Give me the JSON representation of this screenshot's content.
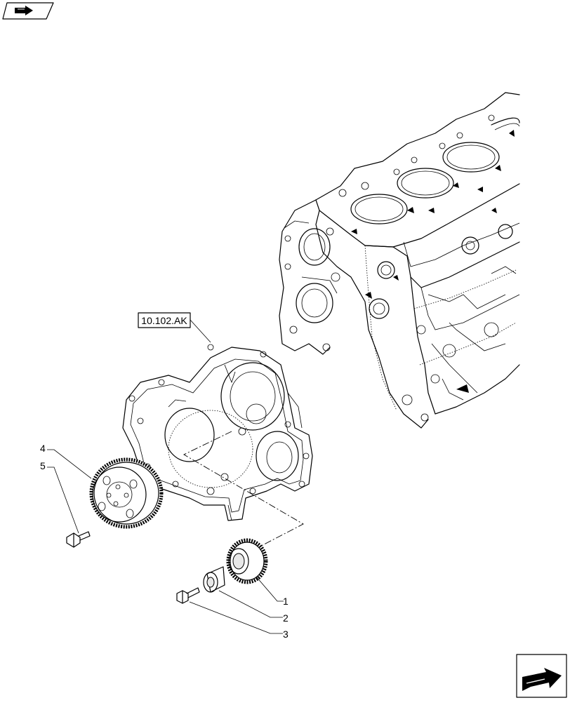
{
  "reference_label": "10.102.AK",
  "callouts": [
    {
      "id": "1",
      "text": "1"
    },
    {
      "id": "2",
      "text": "2"
    },
    {
      "id": "3",
      "text": "3"
    },
    {
      "id": "4",
      "text": "4"
    },
    {
      "id": "5",
      "text": "5"
    }
  ],
  "icons": {
    "top_left": "previous-page-icon",
    "bottom_right": "next-page-icon"
  }
}
